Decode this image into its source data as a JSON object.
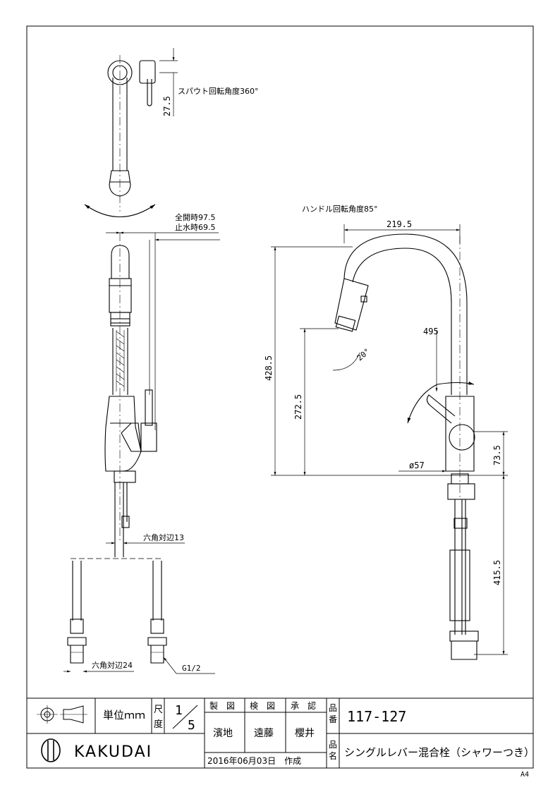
{
  "views": {
    "top": {
      "rotation_label": "スパウト回転角度360°",
      "dim_27_5": "27.5"
    },
    "side": {
      "full_open": "全開時97.5",
      "closed": "止水時69.5",
      "hex13": "六角対辺13",
      "hex24": "六角対辺24",
      "thread": "G1/2"
    },
    "front": {
      "handle_label": "ハンドル回転角度85°",
      "d219_5": "219.5",
      "d495": "495",
      "angle20": "20°",
      "d428_5": "428.5",
      "d272_5": "272.5",
      "d57": "ø57",
      "d73_5": "73.5",
      "d415_5": "415.5"
    }
  },
  "title_block": {
    "unit_label": "単位ｍｍ",
    "scale_label": "尺度",
    "scale_num": "1",
    "scale_den": "5",
    "made_label": "製　図",
    "checked_label": "検　図",
    "approved_label": "承　認",
    "made_by": "濱地",
    "checked_by": "遠藤",
    "approved_by": "櫻井",
    "part_no_label": "品番",
    "part_no": "117-127",
    "part_name_label": "品名",
    "part_name": "シングルレバー混合栓（シャワーつき）",
    "date": "2016年06月03日　作成",
    "brand": "KAKUDAI",
    "paper": "A4"
  }
}
